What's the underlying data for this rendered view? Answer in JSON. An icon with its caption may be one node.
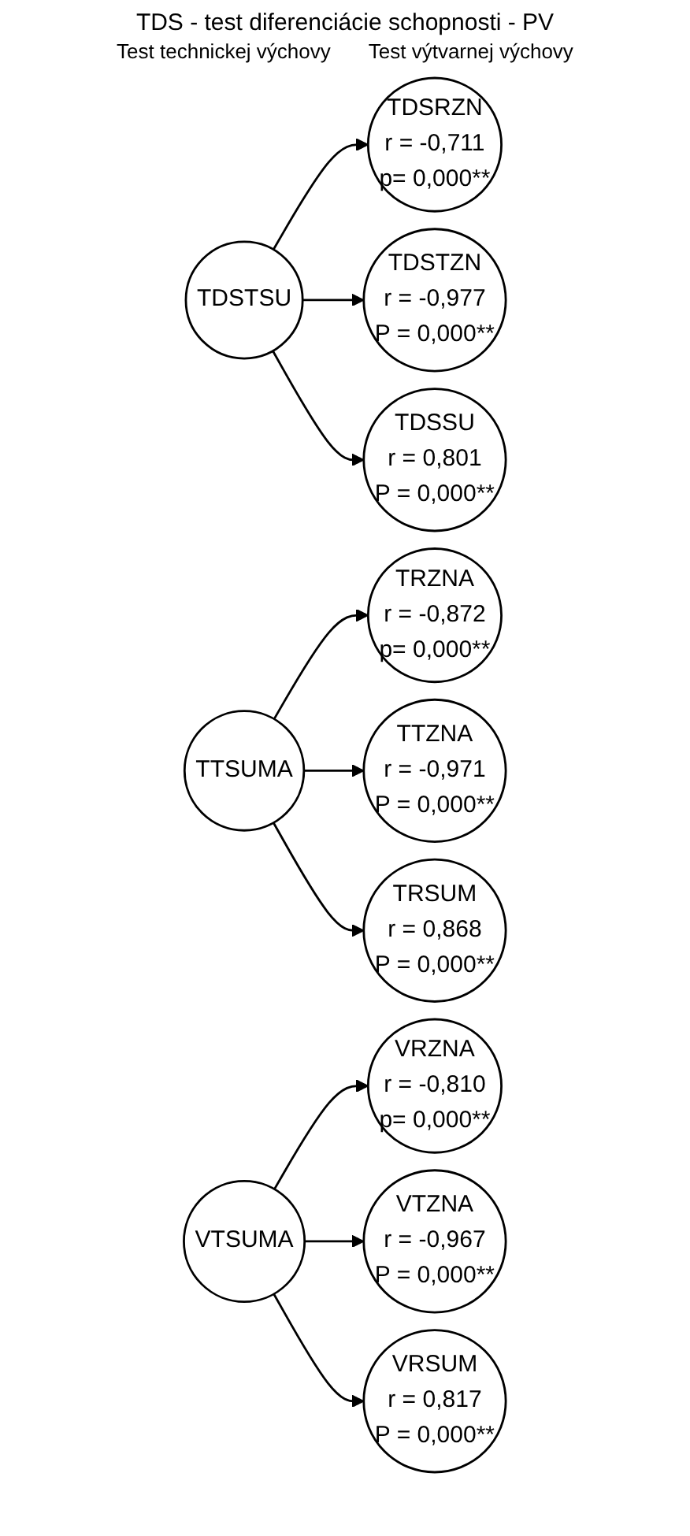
{
  "diagram": {
    "title": "TDS - test diferenciácie schopnosti - PV",
    "nodes": [
      {
        "text": [
          "TDSRZN",
          "r = -0,711",
          "p= 0,000**"
        ]
      },
      {
        "text": [
          "TDSTZN",
          "r = -0,977",
          "P = 0,000**"
        ]
      },
      {
        "text": [
          "TDSTSU"
        ]
      },
      {
        "text": [
          "TDSSU",
          "r = 0,801",
          "P = 0,000**"
        ]
      },
      {
        "text": [
          "TRZNA",
          "r = -0,872",
          "p= 0,000**"
        ]
      },
      {
        "text": [
          "TTZNA",
          "r = -0,971",
          "P = 0,000**"
        ]
      },
      {
        "text": [
          "TTSUMA"
        ]
      },
      {
        "text": [
          "TRSUM",
          "r = 0,868",
          "P = 0,000**"
        ]
      },
      {
        "text": [
          "VRZNA",
          "r = -0,810",
          "p= 0,000**"
        ]
      },
      {
        "text": [
          "VTZNA",
          "r = -0,967",
          "P = 0,000**"
        ]
      },
      {
        "text": [
          "VTSUMA"
        ]
      },
      {
        "text": [
          "VRSUM",
          "r = 0,817",
          "P = 0,000**"
        ]
      }
    ],
    "edges": [
      {
        "from": 2,
        "to": 0,
        "arrow": "to"
      },
      {
        "from": 2,
        "to": 1,
        "arrow": "to"
      },
      {
        "from": 2,
        "to": 3,
        "arrow": "to"
      },
      {
        "from": 6,
        "to": 4,
        "arrow": "to"
      },
      {
        "from": 6,
        "to": 5,
        "arrow": "to"
      },
      {
        "from": 6,
        "to": 7,
        "arrow": "to"
      },
      {
        "from": 10,
        "to": 8,
        "arrow": "to"
      },
      {
        "from": 10,
        "to": 9,
        "arrow": "to"
      },
      {
        "from": 10,
        "to": 11,
        "arrow": "to"
      }
    ],
    "labels": [
      "Test technickej výchovy",
      "Test výtvarnej výchovy"
    ]
  }
}
